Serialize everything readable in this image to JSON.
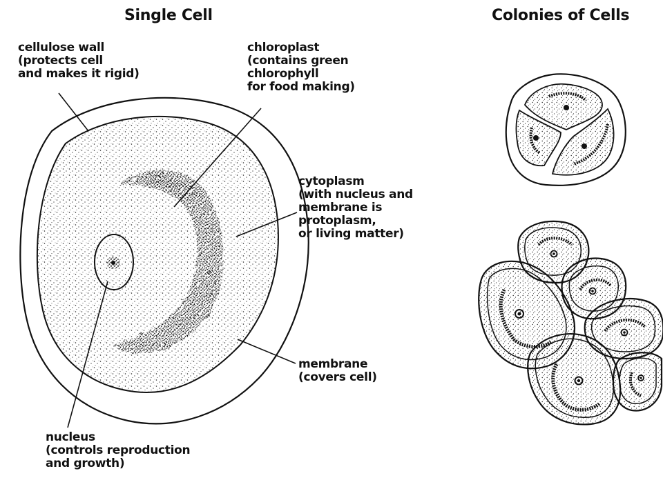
{
  "titles": {
    "single_cell": "Single Cell",
    "colonies": "Colonies of Cells"
  },
  "labels": {
    "cellulose_wall": [
      "cellulose wall",
      "(protects cell",
      "and makes it rigid)"
    ],
    "chloroplast": [
      "chloroplast",
      "(contains green",
      "chlorophyll",
      "for food making)"
    ],
    "cytoplasm": [
      "cytoplasm",
      "(with nucleus and",
      "membrane is",
      "protoplasm,",
      "or living matter)"
    ],
    "membrane": [
      "membrane",
      "(covers cell)"
    ],
    "nucleus": [
      "nucleus",
      "(controls reproduction",
      "and growth)"
    ]
  },
  "colors": {
    "ink": "#111111",
    "background": "#ffffff"
  }
}
